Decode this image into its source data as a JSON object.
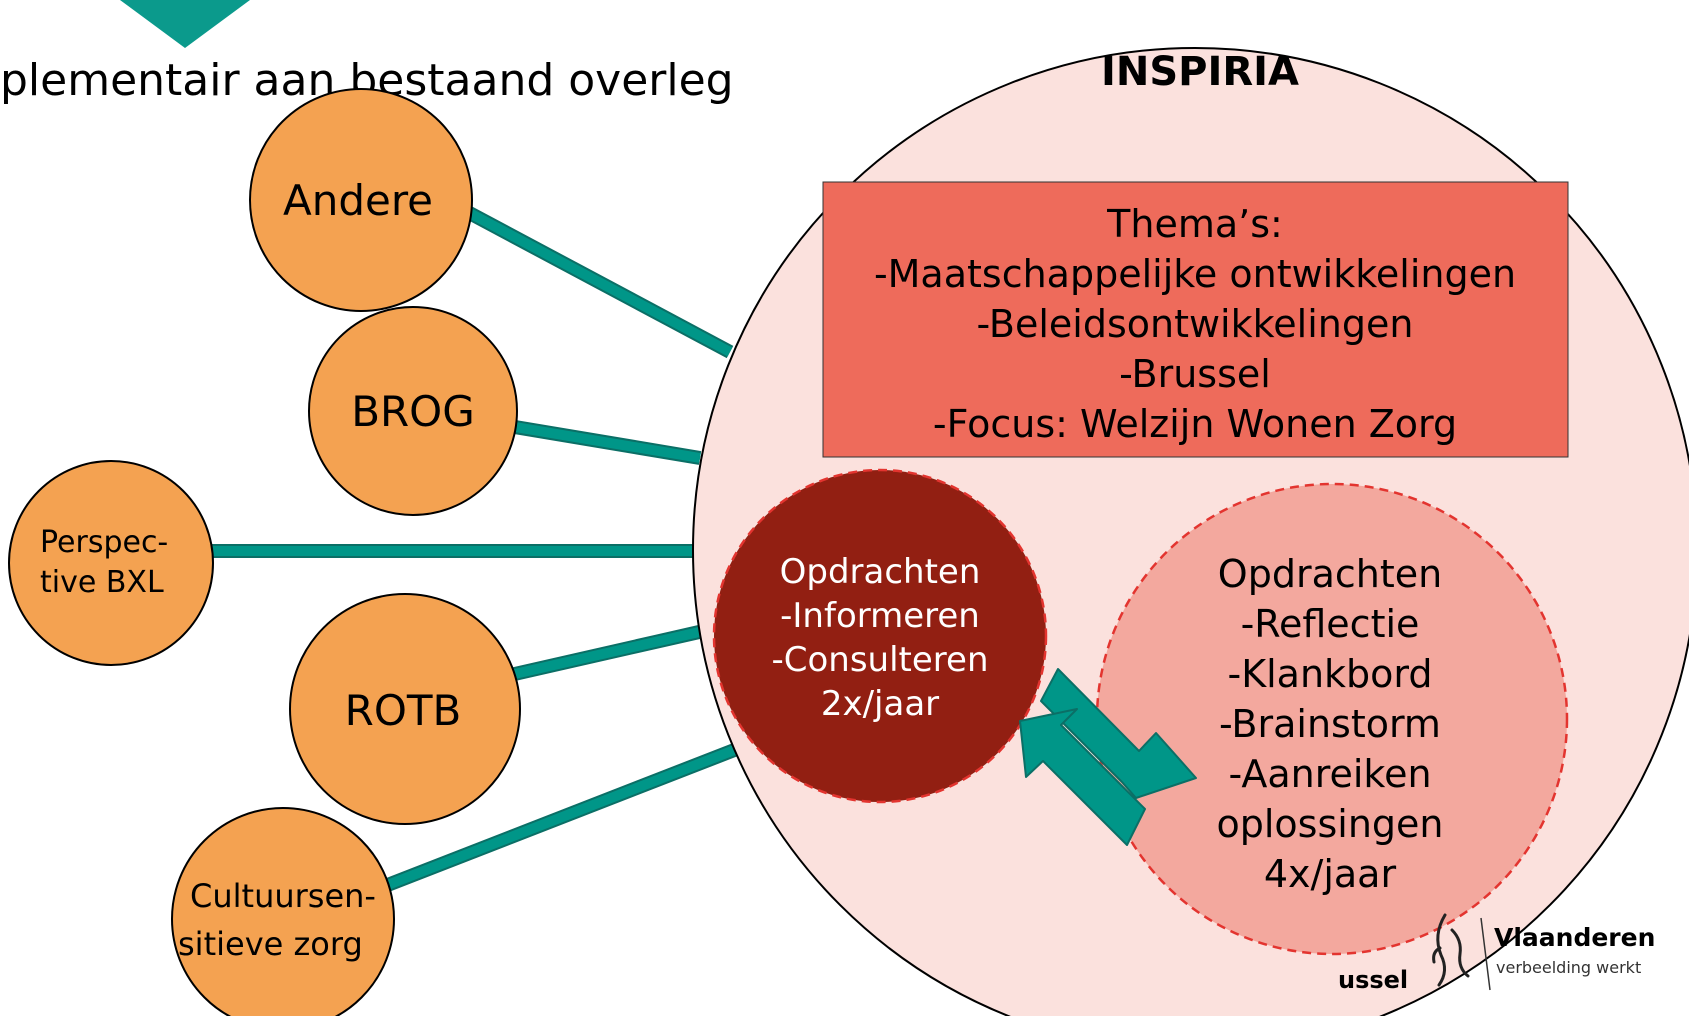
{
  "header": {
    "subtitle": "plementair aan bestaand overleg"
  },
  "big_circle": {
    "title": "INSPIRIA",
    "themes": {
      "heading": "Thema’s:",
      "items": [
        "-Maatschappelijke ontwikkelingen",
        "-Beleidsontwikkelingen",
        "-Brussel",
        "-Focus: Welzijn Wonen Zorg"
      ]
    },
    "left_inner": {
      "lines": [
        "Opdrachten",
        "-Informeren",
        "-Consulteren",
        "2x/jaar"
      ]
    },
    "right_inner": {
      "lines": [
        "Opdrachten",
        "-Reflectie",
        "-Klankbord",
        "-Brainstorm",
        "-Aanreiken",
        "oplossingen",
        "4x/jaar"
      ]
    }
  },
  "nodes": {
    "andere": {
      "lines": [
        "Andere"
      ]
    },
    "brog": {
      "lines": [
        "BROG"
      ]
    },
    "perspective": {
      "lines": [
        "Perspec-",
        "tive BXL"
      ]
    },
    "rotb": {
      "lines": [
        "ROTB"
      ]
    },
    "cultuur": {
      "lines": [
        "Cultuursen-",
        "sitieve zorg"
      ]
    }
  },
  "logo": {
    "name": "Vlaanderen",
    "tagline": "verbeelding werkt",
    "partial": "ussel"
  },
  "colors": {
    "teal": "#009688",
    "teal_dark": "#0b6f66",
    "node_fill": "#f4a251",
    "big_circle_fill": "#fbe1dd",
    "theme_box_fill": "#ee6b5b",
    "left_inner_fill": "#921f12",
    "right_inner_fill": "#f3a89e",
    "dash_red": "#e3342f"
  }
}
